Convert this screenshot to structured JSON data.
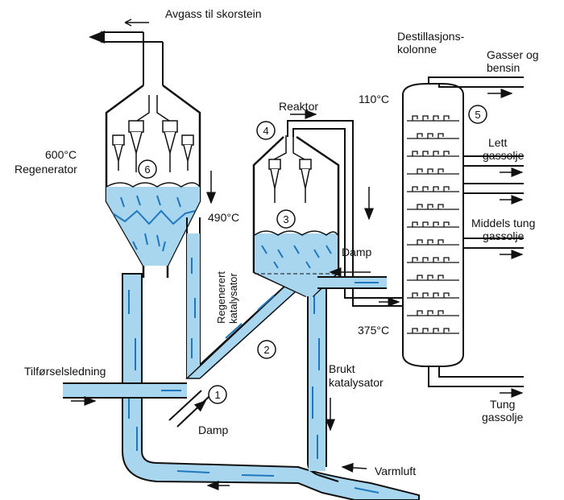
{
  "labels": {
    "exhaust": "Avgass til skorstein",
    "column_title_1": "Destillasjons-",
    "column_title_2": "kolonne",
    "gas_petrol_1": "Gasser og",
    "gas_petrol_2": "bensin",
    "temp_110": "110°C",
    "reactor": "Reaktor",
    "temp_600": "600°C",
    "regenerator": "Regenerator",
    "light_gasoil_1": "Lett",
    "light_gasoil_2": "gassolje",
    "temp_490": "490°C",
    "medium_gasoil_1": "Middels tung",
    "medium_gasoil_2": "gassolje",
    "steam_top": "Damp",
    "regen_cat_1": "Regenerert",
    "regen_cat_2": "katalysator",
    "temp_375": "375°C",
    "feed_line": "Tilførselsledning",
    "spent_cat_1": "Brukt",
    "spent_cat_2": "katalysator",
    "steam_bottom": "Damp",
    "heavy_gasoil_1": "Tung",
    "heavy_gasoil_2": "gassolje",
    "hot_air": "Varmluft"
  },
  "markers": [
    "1",
    "2",
    "3",
    "4",
    "5",
    "6"
  ],
  "colors": {
    "catalyst": "#a9d6ef",
    "catalyst_dark": "#1f78bd",
    "line": "#111111"
  }
}
